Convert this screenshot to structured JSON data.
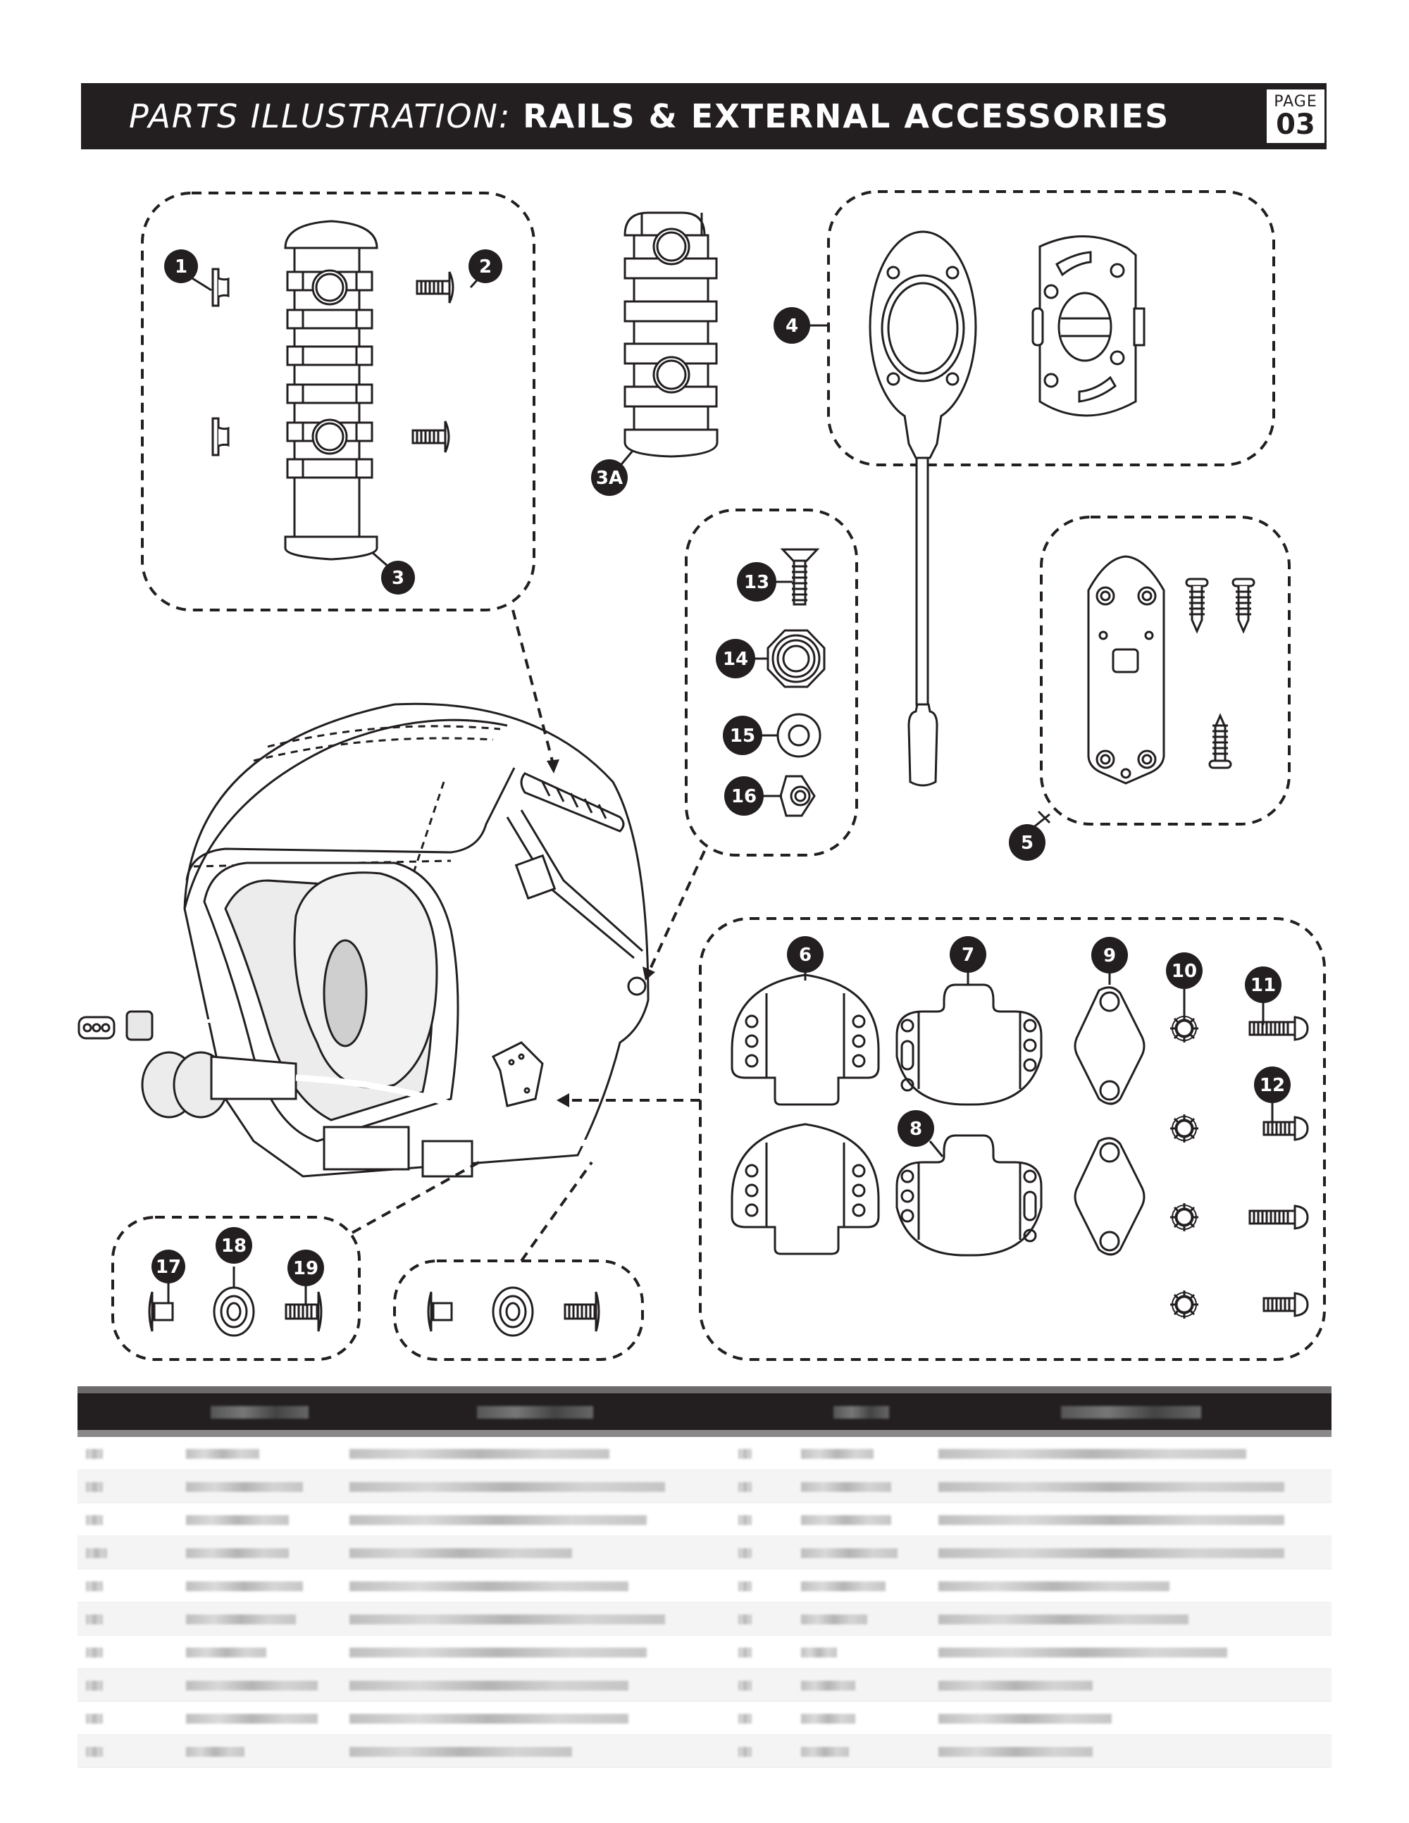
{
  "header": {
    "title_prefix": "PARTS ILLUSTRATION:",
    "title_main": "RAILS & EXTERNAL ACCESSORIES",
    "page_label": "PAGE",
    "page_number": "03"
  },
  "colors": {
    "ink": "#231f20",
    "paper": "#ffffff",
    "table_header_band": "#6d6a6b"
  },
  "callouts": {
    "c1": "1",
    "c2": "2",
    "c3": "3",
    "c3a": "3A",
    "c4": "4",
    "c5": "5",
    "c6": "6",
    "c7": "7",
    "c8": "8",
    "c9": "9",
    "c10": "10",
    "c11": "11",
    "c12": "12",
    "c13": "13",
    "c14": "14",
    "c15": "15",
    "c16": "16",
    "c17": "17",
    "c18": "18",
    "c19": "19"
  },
  "groups": [
    {
      "name": "rail-kit",
      "callouts": [
        "1",
        "2",
        "3"
      ]
    },
    {
      "name": "short-rail",
      "callouts": [
        "3A"
      ]
    },
    {
      "name": "mic-mount-kit",
      "callouts": [
        "4"
      ]
    },
    {
      "name": "mount-plate-kit",
      "callouts": [
        "5"
      ]
    },
    {
      "name": "hardware-kit",
      "callouts": [
        "13",
        "14",
        "15",
        "16"
      ]
    },
    {
      "name": "side-plate-kit",
      "callouts": [
        "6",
        "7",
        "8",
        "9",
        "10",
        "11",
        "12"
      ]
    },
    {
      "name": "chinstrap-hardware-left",
      "callouts": [
        "17",
        "18",
        "19"
      ]
    },
    {
      "name": "chinstrap-hardware-right",
      "callouts": []
    }
  ],
  "parts_table": {
    "redacted": true,
    "column_count": 6,
    "row_count": 10
  }
}
